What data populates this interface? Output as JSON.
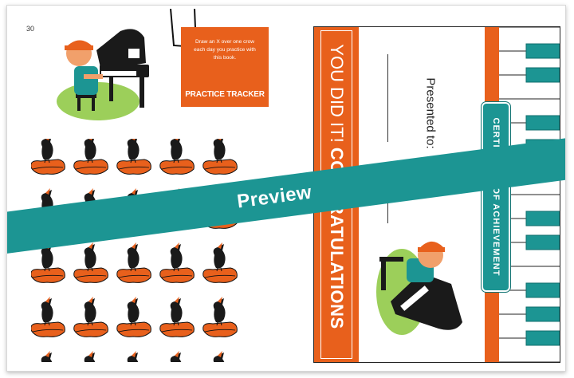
{
  "page": {
    "number": "30"
  },
  "tracker": {
    "instructions": "Draw an X over one crow each day you practice with this book.",
    "title": "PRACTICE TRACKER"
  },
  "certificate": {
    "banner_light": "YOU DID IT! ",
    "banner_bold": "CONGRATULATIONS",
    "presented_to": "Presented to:",
    "pill_label": "CERTIFICATE OF ACHIEVEMENT"
  },
  "overlay": {
    "label": "Preview"
  },
  "colors": {
    "orange": "#e8601c",
    "teal": "#1c9593",
    "green": "#9ccf5a",
    "black": "#1a1a1a"
  },
  "crow_grid": {
    "rows": 5,
    "cols": 5
  }
}
